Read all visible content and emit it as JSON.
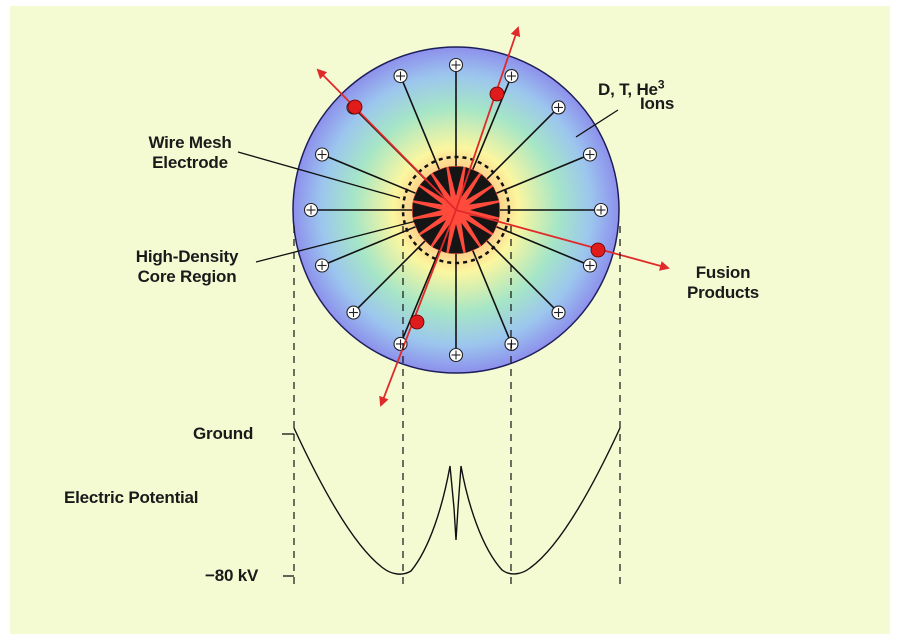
{
  "labels": {
    "ions_line1": "D, T, He",
    "ions_sup": "3",
    "ions_line2": "Ions",
    "wire_mesh_line1": "Wire Mesh",
    "wire_mesh_line2": "Electrode",
    "core_line1": "High-Density",
    "core_line2": "Core Region",
    "fusion_line1": "Fusion",
    "fusion_line2": "Products",
    "ground": "Ground",
    "electric_potential": "Electric Potential",
    "voltage_min": "−80 kV"
  },
  "colors": {
    "panel_background": "#f4fbd3",
    "sphere_outer": "#8c8cec",
    "sphere_center": "#ff7a63",
    "fusion_product": "#e01b1b",
    "arrow": "#e02a2a",
    "line": "#111111"
  },
  "icons": {
    "ion_marker": "circled-plus-icon",
    "fusion_product_marker": "red-dot-icon",
    "electrode_spike": "triangle-spike-icon"
  }
}
